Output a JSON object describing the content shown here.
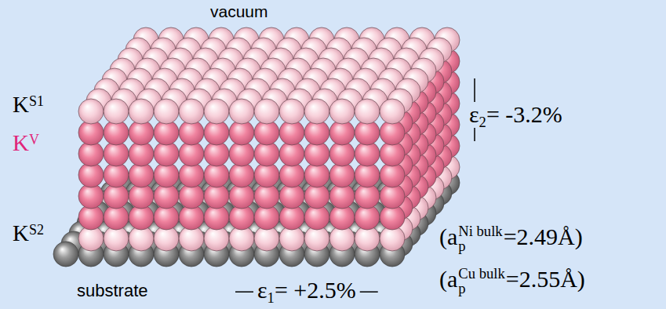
{
  "diagram": {
    "labels": [
      "vacuum",
      "K",
      "S1",
      "K",
      "V",
      "K",
      "S2",
      "ε",
      "2",
      "= -3.2%",
      "(a",
      "p",
      "Ni bulk",
      "=2.49Å)",
      "(a",
      "p",
      "Cu bulk",
      "=2.55Å)",
      "substrate",
      "ε",
      "1",
      "= +2.5%"
    ]
  }
}
